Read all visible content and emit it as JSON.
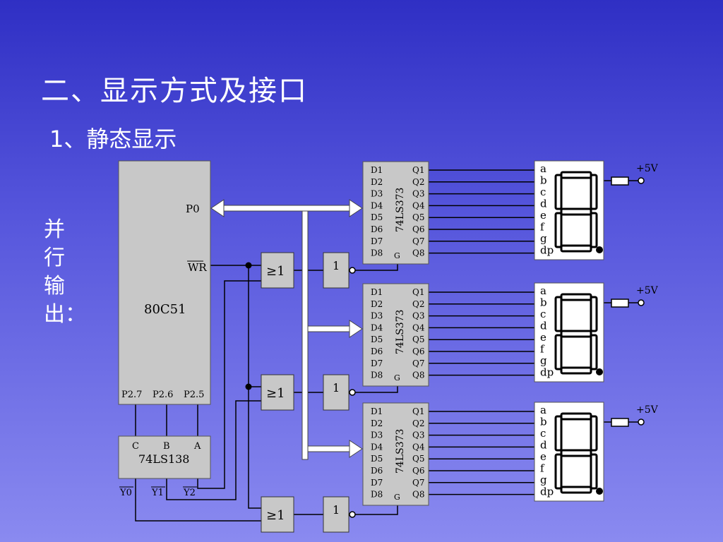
{
  "title": "二、显示方式及接口",
  "subtitle": "1、静态显示",
  "side_label": [
    "并",
    "行",
    "输",
    "出："
  ],
  "mcu": {
    "name": "80C51",
    "p0": "P0",
    "wr": "WR",
    "ports": [
      "P2.7",
      "P2.6",
      "P2.5"
    ]
  },
  "decoder": {
    "name": "74LS138",
    "inputs": [
      "C",
      "B",
      "A"
    ],
    "outputs": [
      "Y0",
      "Y1",
      "Y2"
    ]
  },
  "or_gate_label": "≥1",
  "not_gate_label": "1",
  "latch": {
    "name": "74LS373",
    "d_pins": [
      "D1",
      "D2",
      "D3",
      "D4",
      "D5",
      "D6",
      "D7",
      "D8"
    ],
    "q_pins": [
      "Q1",
      "Q2",
      "Q3",
      "Q4",
      "Q5",
      "Q6",
      "Q7",
      "Q8"
    ],
    "g_pin": "G"
  },
  "display": {
    "segments": [
      "a",
      "b",
      "c",
      "d",
      "e",
      "f",
      "g",
      "dp"
    ],
    "power": "+5V"
  },
  "colors": {
    "chip_fill": "#c8c8c8",
    "wire": "#000000",
    "bus_arrow": "#ffffff",
    "display_bg": "#ffffff"
  }
}
